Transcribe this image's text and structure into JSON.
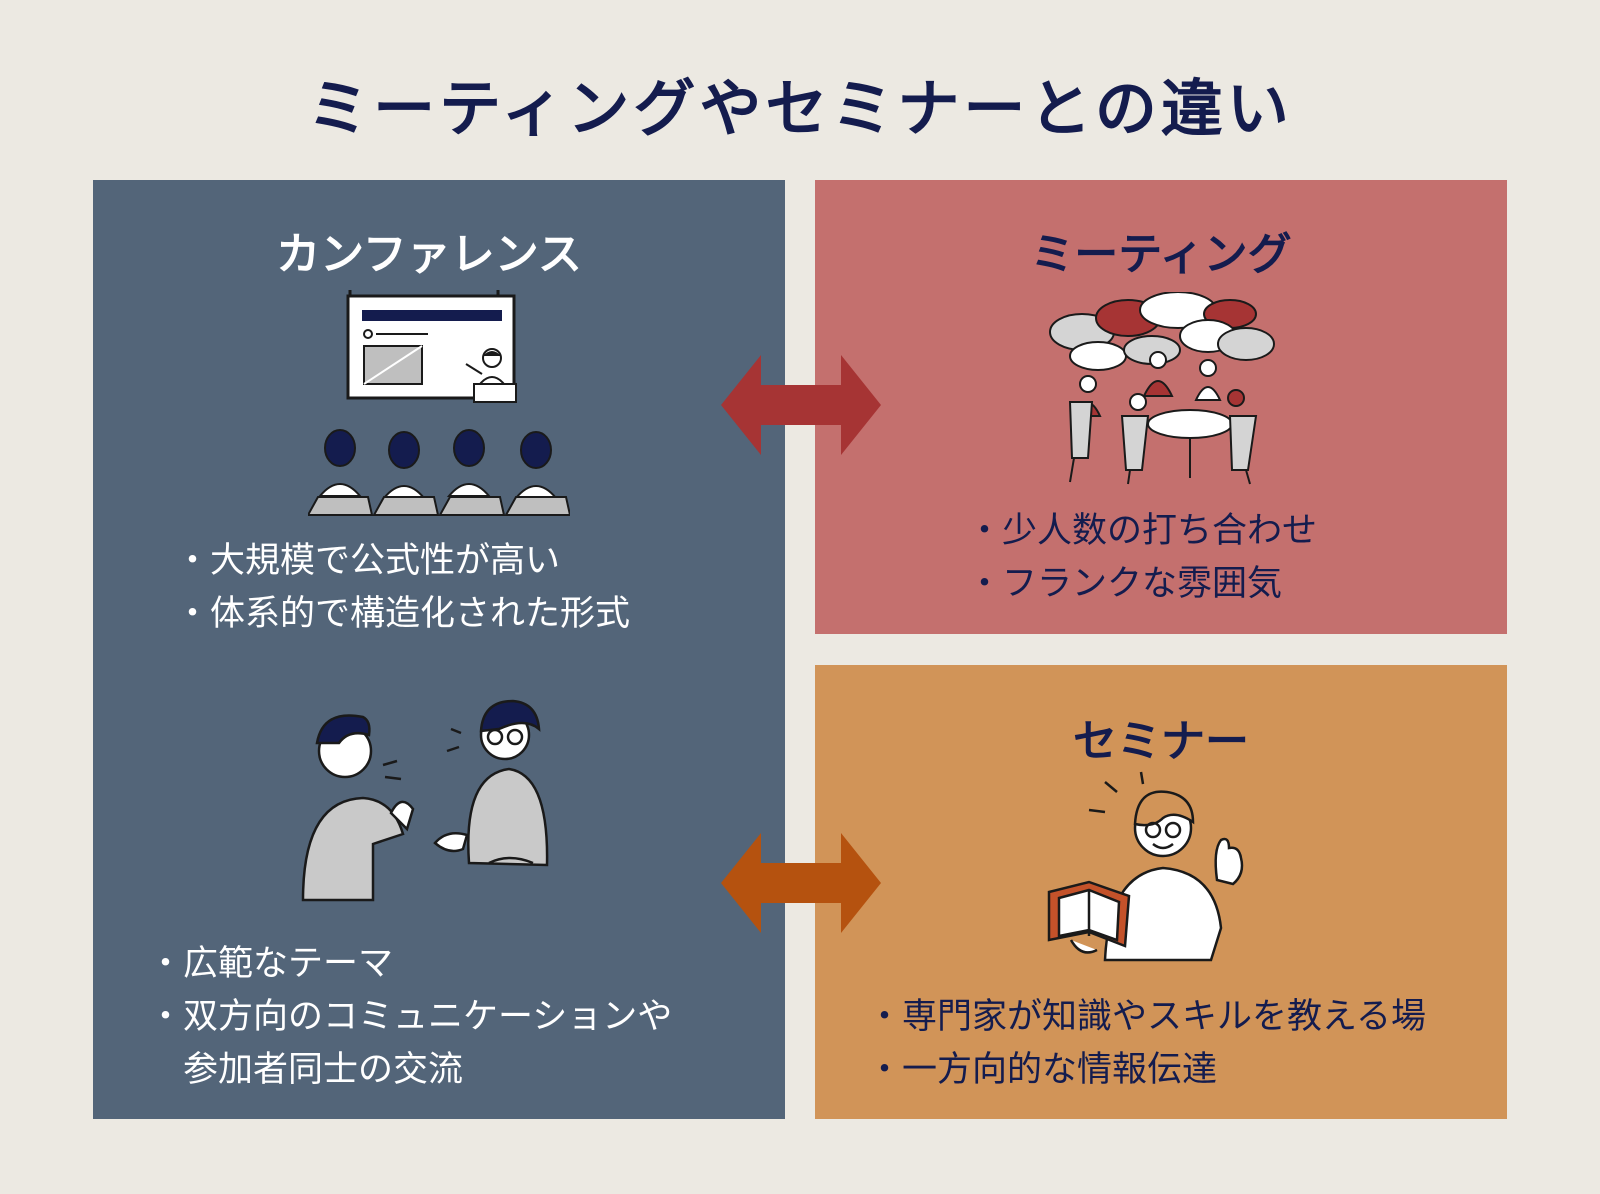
{
  "title": "ミーティングやセミナーとの違い",
  "colors": {
    "background": "#ece9e2",
    "navy": "#141c4e",
    "conference_panel": "#536579",
    "meeting_panel": "#c4706e",
    "seminar_panel": "#d19458",
    "meeting_arrow": "#a63434",
    "seminar_arrow": "#b5520f"
  },
  "conference": {
    "title": "カンファレンス",
    "points_1": [
      "・大規模で公式性が高い",
      "・体系的で構造化された形式"
    ],
    "points_2": [
      "・広範なテーマ",
      "・双方向のコミュニケーションや",
      "　参加者同士の交流"
    ],
    "illustrations": [
      "presentation-audience-illustration",
      "conversation-illustration"
    ]
  },
  "meeting": {
    "title": "ミーティング",
    "points": [
      "・少人数の打ち合わせ",
      "・フランクな雰囲気"
    ],
    "illustration": "round-table-discussion-illustration"
  },
  "seminar": {
    "title": "セミナー",
    "points": [
      "・専門家が知識やスキルを教える場",
      "・一方向的な情報伝達"
    ],
    "illustration": "lecturer-with-book-illustration"
  },
  "connectors": [
    "double-arrow-icon",
    "double-arrow-icon"
  ]
}
